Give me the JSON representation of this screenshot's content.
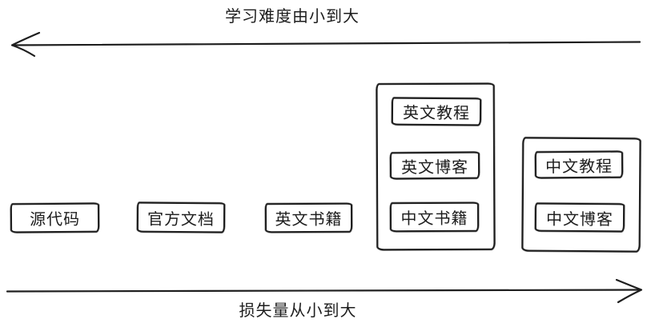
{
  "canvas": {
    "background": "#ffffff",
    "ink_color": "#1d1d1d",
    "style": "hand-drawn sketch"
  },
  "top_axis": {
    "label": "学习难度由小到大",
    "arrow_direction": "left"
  },
  "bottom_axis": {
    "label": "损失量从小到大",
    "arrow_direction": "right"
  },
  "nodes": [
    {
      "label": "源代码"
    },
    {
      "label": "官方文档"
    },
    {
      "label": "英文书籍"
    }
  ],
  "groups": [
    {
      "items": [
        {
          "label": "英文教程"
        },
        {
          "label": "英文博客"
        },
        {
          "label": "中文书籍"
        }
      ]
    },
    {
      "items": [
        {
          "label": "中文教程"
        },
        {
          "label": "中文博客"
        }
      ]
    }
  ]
}
